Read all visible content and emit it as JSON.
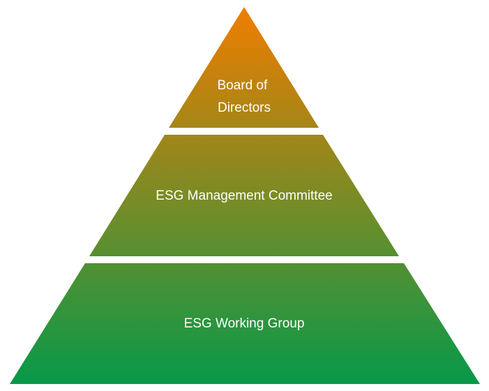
{
  "pyramid": {
    "tiers": [
      {
        "label_lines": [
          "Board of",
          "Directors"
        ]
      },
      {
        "label_lines": [
          "ESG Management Committee"
        ]
      },
      {
        "label_lines": [
          "ESG Working Group"
        ]
      }
    ],
    "colors": {
      "top": "#f07d00",
      "bottom": "#07994a"
    }
  }
}
